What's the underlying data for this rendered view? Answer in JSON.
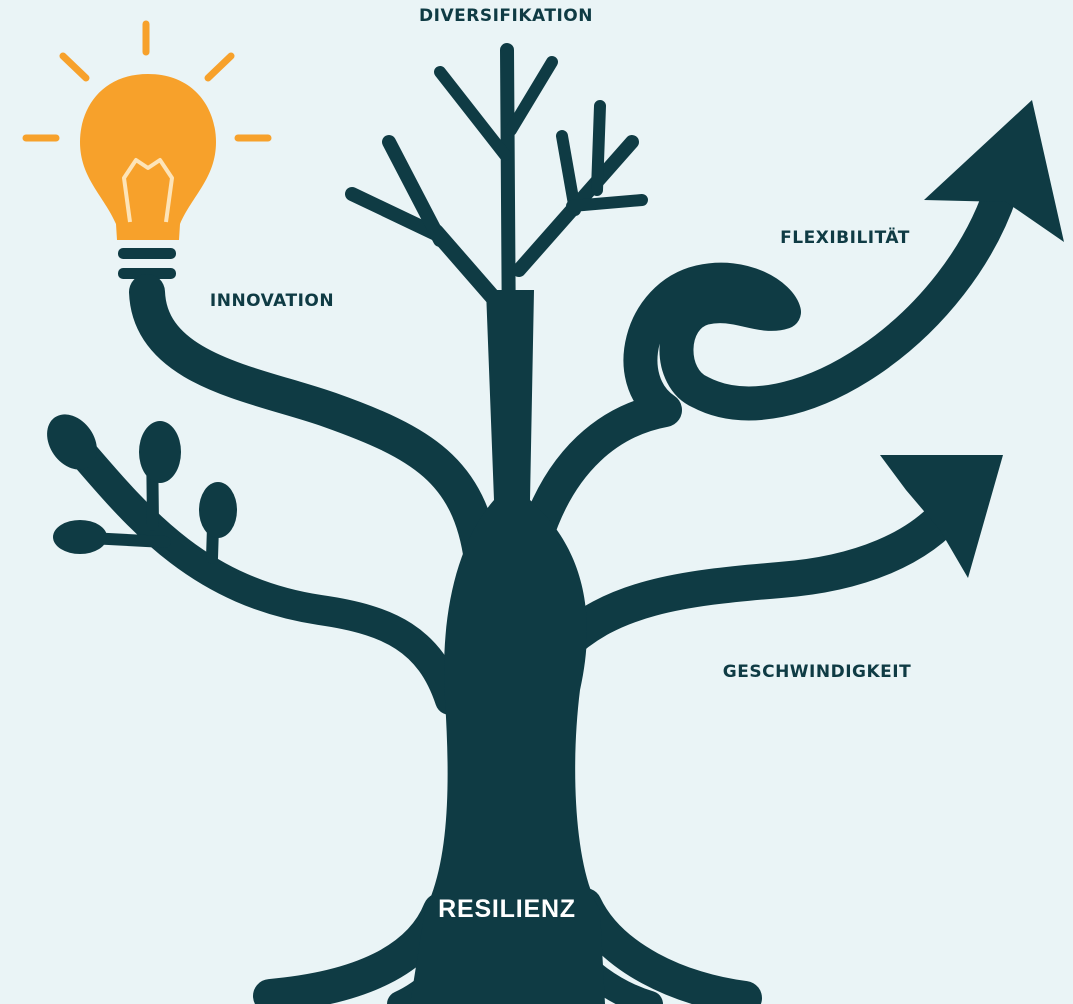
{
  "labels": {
    "diversification": "DIVERSIFIKATION",
    "innovation": "INNOVATION",
    "flexibility": "FLEXIBILITÄT",
    "speed": "GESCHWINDIGKEIT",
    "resilience": "RESILIENZ"
  },
  "colors": {
    "background": "#eaf4f6",
    "tree": "#0f3b44",
    "bulb": "#f7a12b",
    "bulb_detail": "#fde4b8",
    "label_text": "#0f3b44",
    "resilience_text": "#ffffff"
  },
  "icons": {
    "bulb": "lightbulb-icon",
    "arrow_upper": "curly-arrow-icon",
    "arrow_lower": "arrow-icon"
  }
}
